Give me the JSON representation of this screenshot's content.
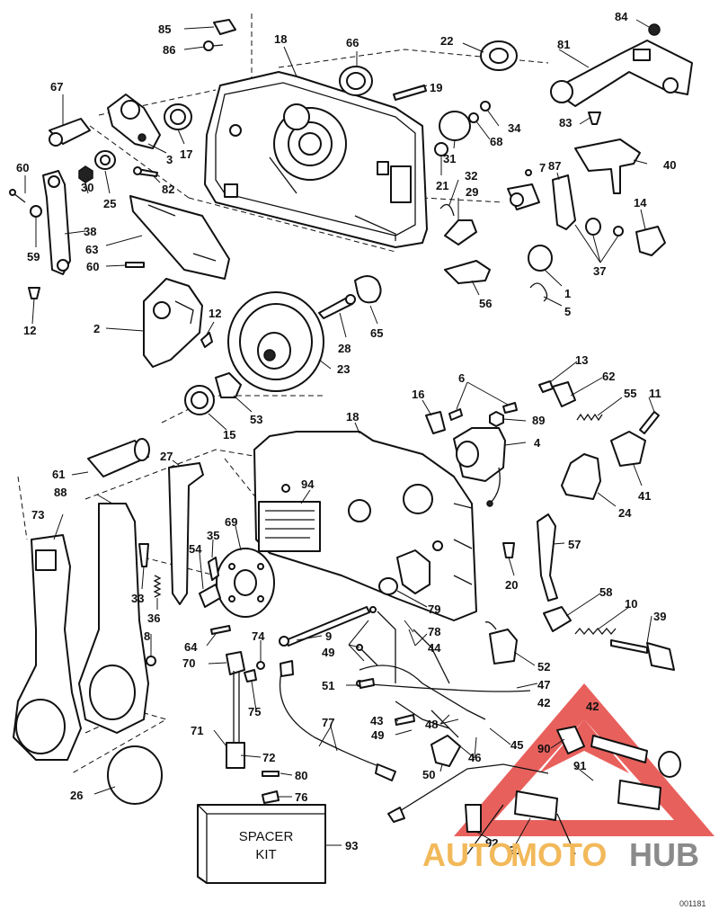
{
  "callouts": {
    "n85": "85",
    "n86": "86",
    "n18a": "18",
    "n66": "66",
    "n22": "22",
    "n84": "84",
    "n81": "81",
    "n67": "67",
    "n19": "19",
    "n83": "83",
    "n17": "17",
    "n34": "34",
    "n68": "68",
    "n31": "31",
    "n3": "3",
    "n40": "40",
    "n60a": "60",
    "n25": "25",
    "n82": "82",
    "n21": "21",
    "n32": "32",
    "n7": "7",
    "n87": "87",
    "n30": "30",
    "n29": "29",
    "n14": "14",
    "n38": "38",
    "n63": "63",
    "n59": "59",
    "n37": "37",
    "n60b": "60",
    "n56": "56",
    "n1": "1",
    "n12a": "12",
    "n5": "5",
    "n12b": "12",
    "n2": "2",
    "n65": "65",
    "n28": "28",
    "n23": "23",
    "n13": "13",
    "n62": "62",
    "n6": "6",
    "n16": "16",
    "n55": "55",
    "n11": "11",
    "n53": "53",
    "n15": "15",
    "n18b": "18",
    "n89": "89",
    "n4": "4",
    "n41": "41",
    "n27": "27",
    "n61": "61",
    "n94": "94",
    "n24": "24",
    "n88": "88",
    "n73": "73",
    "n69": "69",
    "n35": "35",
    "n54": "54",
    "n57": "57",
    "n20": "20",
    "n33": "33",
    "n36": "36",
    "n58": "58",
    "n10": "10",
    "n39": "39",
    "n79": "79",
    "n9": "9",
    "n78": "78",
    "n8": "8",
    "n49a": "49",
    "n44": "44",
    "n64": "64",
    "n74": "74",
    "n52": "52",
    "n70": "70",
    "n51": "51",
    "n47": "47",
    "n42a": "42",
    "n42b": "42",
    "n75": "75",
    "n43": "43",
    "n48": "48",
    "n45": "45",
    "n71": "71",
    "n77": "77",
    "n49b": "49",
    "n90": "90",
    "n72": "72",
    "n46": "46",
    "n91a": "91",
    "n50": "50",
    "n80": "80",
    "n26": "26",
    "n76": "76",
    "n93": "93",
    "n92": "92",
    "n91b": "91"
  },
  "spacer_kit": {
    "line1": "SPACER",
    "line2": "KIT"
  },
  "watermark": {
    "part1": "AUTO",
    "part2": "MOTO",
    "part3": "HUB",
    "accent_color": "#e0302a",
    "gold_color": "#f2b95a"
  },
  "figure_code": "001181"
}
